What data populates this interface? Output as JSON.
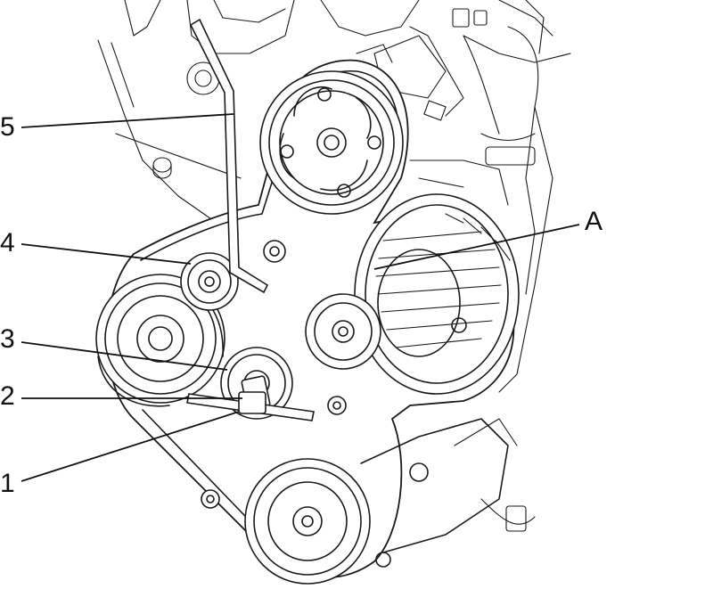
{
  "callouts": {
    "c1": "1",
    "c2": "2",
    "c3": "3",
    "c4": "4",
    "c5": "5",
    "cA": "A"
  },
  "colors": {
    "line": "#1a1a1a",
    "background": "#ffffff"
  }
}
